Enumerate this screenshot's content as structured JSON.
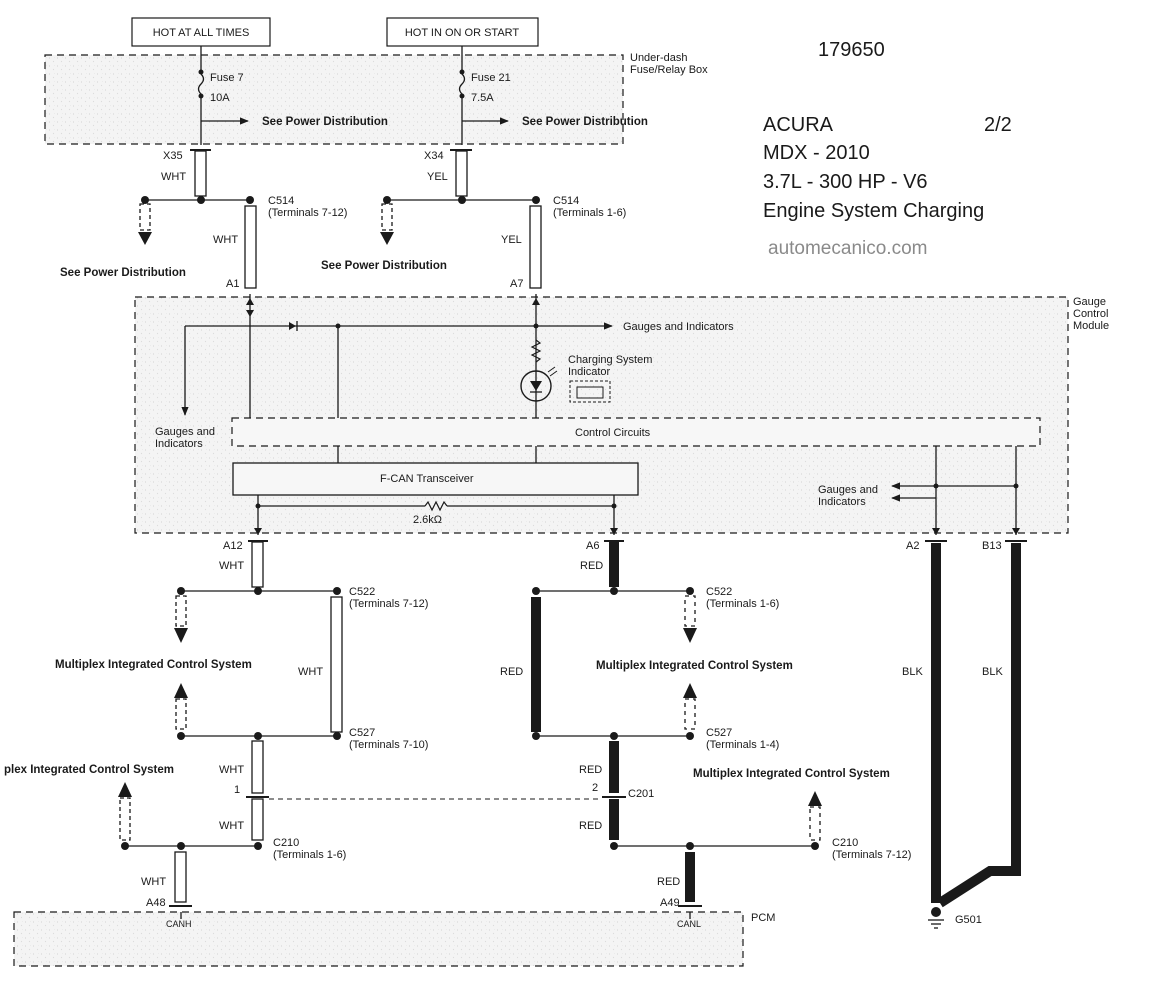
{
  "header": {
    "doc_number": "179650",
    "make": "ACURA",
    "page": "2/2",
    "model": "MDX - 2010",
    "engine": "3.7L - 300 HP - V6",
    "system": "Engine System Charging",
    "watermark": "automecanico.com"
  },
  "power_sources": {
    "hot_at_all_times": "HOT AT ALL TIMES",
    "hot_in_on_or_start": "HOT IN ON OR START"
  },
  "fuse_box": {
    "label_line1": "Under-dash",
    "label_line2": "Fuse/Relay Box",
    "fuse7_name": "Fuse 7",
    "fuse7_rating": "10A",
    "fuse21_name": "Fuse 21",
    "fuse21_rating": "7.5A",
    "see_power_distribution": "See Power Distribution"
  },
  "connectors": {
    "x35": "X35",
    "x34": "X34",
    "c514": "C514",
    "c514_term_712": "(Terminals 7-12)",
    "c514_term_16": "(Terminals 1-6)",
    "a1": "A1",
    "a7": "A7",
    "a12": "A12",
    "a6": "A6",
    "a2": "A2",
    "b13": "B13",
    "c522": "C522",
    "c522_term_712": "(Terminals 7-12)",
    "c522_term_16": "(Terminals 1-6)",
    "c527": "C527",
    "c527_term_710": "(Terminals 7-10)",
    "c527_term_14": "(Terminals 1-4)",
    "c201": "C201",
    "pin1": "1",
    "pin2": "2",
    "c210": "C210",
    "c210_term_16": "(Terminals 1-6)",
    "c210_term_712": "(Terminals 7-12)",
    "a48": "A48",
    "a49": "A49",
    "canh": "CANH",
    "canl": "CANL",
    "g501": "G501"
  },
  "wires": {
    "wht": "WHT",
    "yel": "YEL",
    "red": "RED",
    "blk": "BLK"
  },
  "gcm": {
    "label_line1": "Gauge",
    "label_line2": "Control",
    "label_line3": "Module",
    "gauges_and_indicators": "Gauges and Indicators",
    "gauges_and": "Gauges and",
    "indicators": "Indicators",
    "charging_line1": "Charging System",
    "charging_line2": "Indicator",
    "control_circuits": "Control Circuits",
    "fcan": "F-CAN Transceiver",
    "resistor": "2.6kΩ"
  },
  "mics": {
    "label": "Multiplex Integrated Control System",
    "label_clipped": "plex Integrated Control System"
  },
  "pcm": {
    "label": "PCM"
  }
}
